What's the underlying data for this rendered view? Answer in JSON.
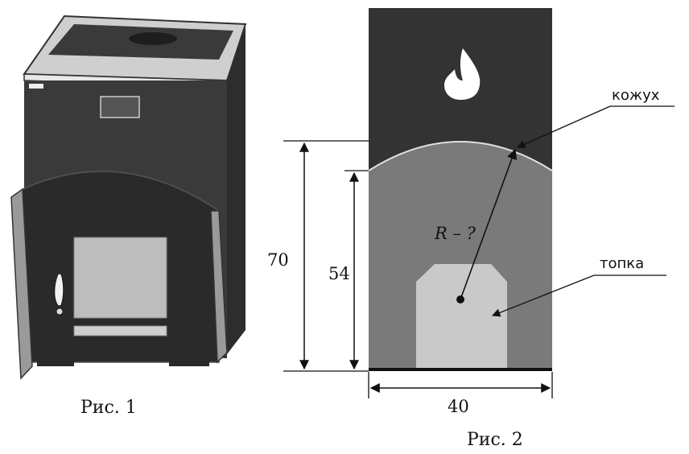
{
  "figure1": {
    "caption": "Рис. 1"
  },
  "figure2": {
    "caption": "Рис. 2",
    "height_outer": "70",
    "height_inner": "54",
    "width": "40",
    "radius_label": "R – ?",
    "label_casing": "кожух",
    "label_firebox": "топка"
  }
}
